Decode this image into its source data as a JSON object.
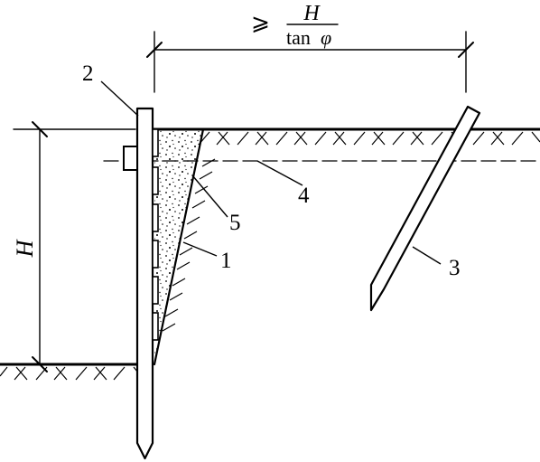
{
  "labels": {
    "wall": "2",
    "fill": "1",
    "anchor_stake": "3",
    "water_line": "4",
    "soil_bag": "5",
    "height": "H"
  },
  "distance_label": {
    "ge": "⩾",
    "numerator": "H",
    "denominator_fn": "tan",
    "denominator_var": "φ"
  }
}
